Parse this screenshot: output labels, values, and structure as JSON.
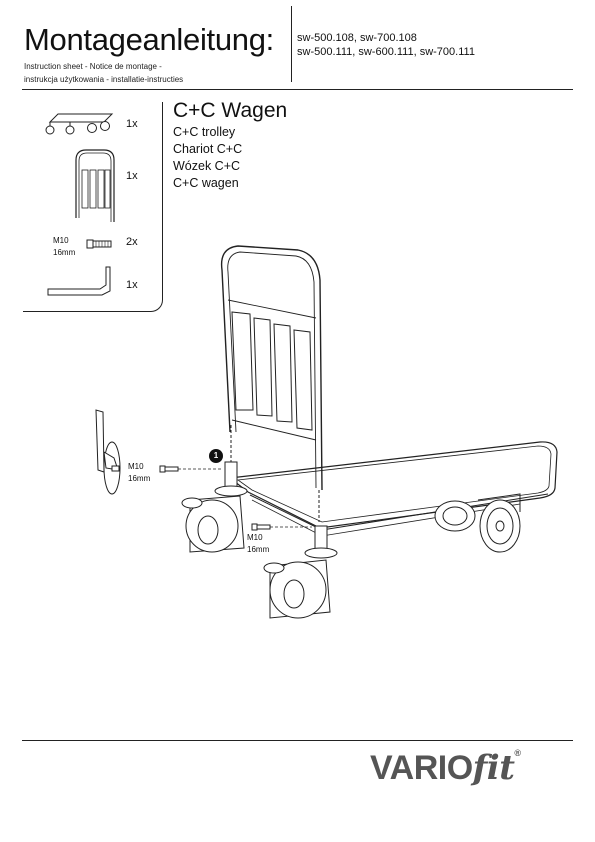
{
  "header": {
    "title": "Montageanleitung:",
    "subtitle_line1": "Instruction sheet - Notice de montage  -",
    "subtitle_line2": "instrukcja użytkowania - installatie-instructies",
    "models_line1": "sw-500.108, sw-700.108",
    "models_line2": "sw-500.111, sw-600.111, sw-700.111"
  },
  "parts": [
    {
      "name": "base-frame",
      "qty": "1x"
    },
    {
      "name": "handle",
      "qty": "1x"
    },
    {
      "name": "bolt",
      "qty": "2x",
      "spec_size": "M10",
      "spec_wrench": "16mm"
    },
    {
      "name": "allen-key",
      "qty": "1x"
    }
  ],
  "product": {
    "name_de": "C+C Wagen",
    "name_en": "C+C trolley",
    "name_fr": "Chariot C+C",
    "name_pl": "Wózek C+C",
    "name_nl": "C+C wagen"
  },
  "diagram": {
    "step_number": "1",
    "bolt1_size": "M10",
    "bolt1_wrench": "16mm",
    "bolt2_size": "M10",
    "bolt2_wrench": "16mm"
  },
  "footer": {
    "logo_vario": "VARIO",
    "logo_fit": "fit",
    "logo_reg": "®"
  }
}
